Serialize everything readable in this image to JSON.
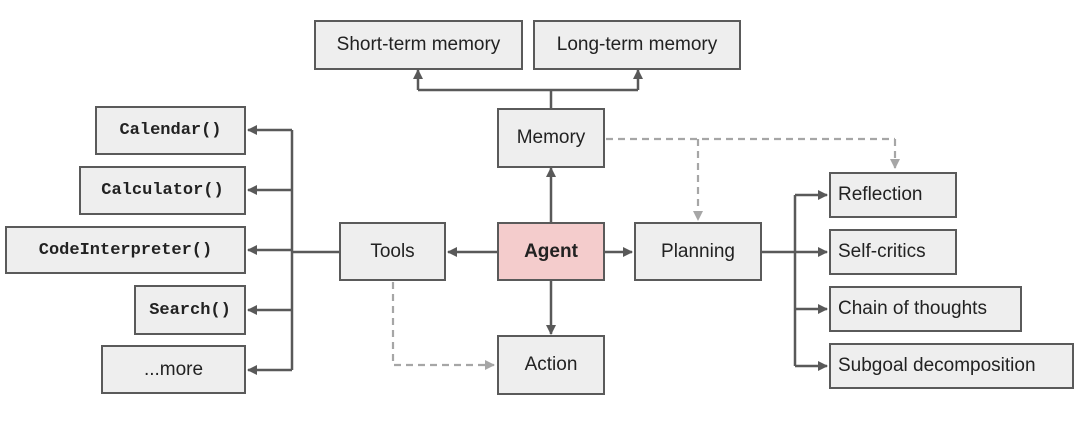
{
  "colors": {
    "box_fill": "#eeeeee",
    "agent_fill": "#f4cccc",
    "border": "#5a5a5a",
    "solid_line": "#595959",
    "dashed_line": "#a6a6a6"
  },
  "nodes": {
    "short_term_memory": "Short-term memory",
    "long_term_memory": "Long-term memory",
    "memory": "Memory",
    "agent": "Agent",
    "tools": "Tools",
    "planning": "Planning",
    "action": "Action",
    "calendar": "Calendar()",
    "calculator": "Calculator()",
    "code_interpreter": "CodeInterpreter()",
    "search": "Search()",
    "more": "...more",
    "reflection": "Reflection",
    "self_critics": "Self-critics",
    "chain_of_thoughts": "Chain of thoughts",
    "subgoal_decomposition": "Subgoal decomposition"
  }
}
